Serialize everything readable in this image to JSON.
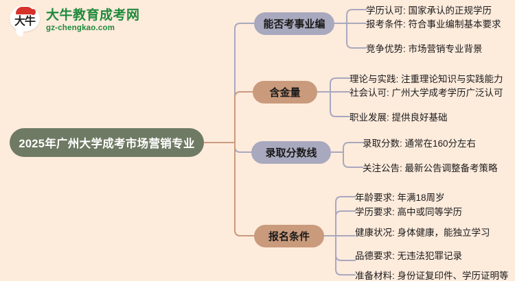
{
  "logo": {
    "mark_text": "大牛",
    "brand_cn": "大牛教育成考网",
    "brand_url": "gz-chengkao.com",
    "brand_color": "#1F8A3B",
    "mark_accent": "#D7322A"
  },
  "background_color": "#FDEBDC",
  "mindmap": {
    "root": {
      "label": "2025年广州大学成考市场营销专业",
      "color": "#6F7A64",
      "text_color": "#FFFFFF"
    },
    "branches": [
      {
        "label": "能否考事业编",
        "color": "#A8A8BE",
        "line_color": "#A8A8BE",
        "children": [
          "学历认可: 国家承认的正规学历",
          "报考条件: 符合事业编制基本要求",
          "竞争优势: 市场营销专业背景"
        ]
      },
      {
        "label": "含金量",
        "color": "#C99A7C",
        "line_color": "#C99A7C",
        "children": [
          "理论与实践: 注重理论知识与实践能力",
          "社会认可: 广州大学成考学历广泛认可",
          "职业发展: 提供良好基础"
        ]
      },
      {
        "label": "录取分数线",
        "color": "#A8A8BE",
        "line_color": "#A8A8BE",
        "children": [
          "录取分数: 通常在160分左右",
          "关注公告: 最新公告调整备考策略"
        ]
      },
      {
        "label": "报名条件",
        "color": "#C99A7C",
        "line_color": "#C99A7C",
        "children": [
          "年龄要求: 年满18周岁",
          "学历要求: 高中或同等学历",
          "健康状况: 身体健康，能独立学习",
          "品德要求: 无违法犯罪记录",
          "准备材料: 身份证复印件、学历证明等"
        ]
      }
    ]
  }
}
